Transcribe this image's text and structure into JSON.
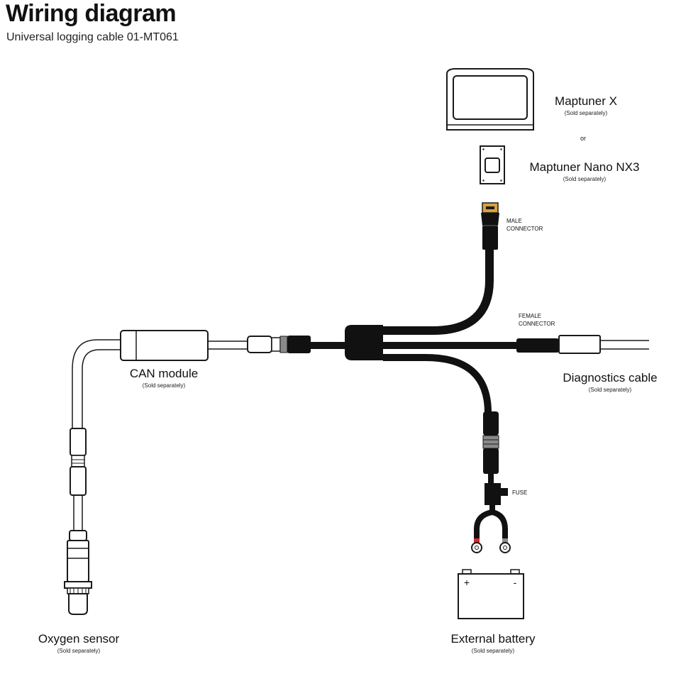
{
  "header": {
    "title": "Wiring diagram",
    "subtitle": "Universal logging cable 01-MT061"
  },
  "devices": {
    "maptuner_x": {
      "name": "Maptuner X",
      "note": "(Sold separately)"
    },
    "or_text": "or",
    "maptuner_nano": {
      "name": "Maptuner Nano NX3",
      "note": "(Sold separately)"
    },
    "can_module": {
      "name": "CAN module",
      "note": "(Sold separately)"
    },
    "diagnostics_cable": {
      "name": "Diagnostics cable",
      "note": "(Sold separately)"
    },
    "oxygen_sensor": {
      "name": "Oxygen sensor",
      "note": "(Sold separately)"
    },
    "external_battery": {
      "name": "External battery",
      "note": "(Sold separately)",
      "plus": "+",
      "minus": "-"
    }
  },
  "connectors": {
    "male_line1": "MALE",
    "male_line2": "CONNECTOR",
    "female_line1": "FEMALE",
    "female_line2": "CONNECTOR",
    "fuse": "FUSE"
  },
  "colors": {
    "cable": "#111111",
    "outline": "#1a1a1a",
    "hdmi_gold": "#d9a23c",
    "terminal_red": "#d8262c",
    "connector_grey": "#8a8a8a"
  }
}
